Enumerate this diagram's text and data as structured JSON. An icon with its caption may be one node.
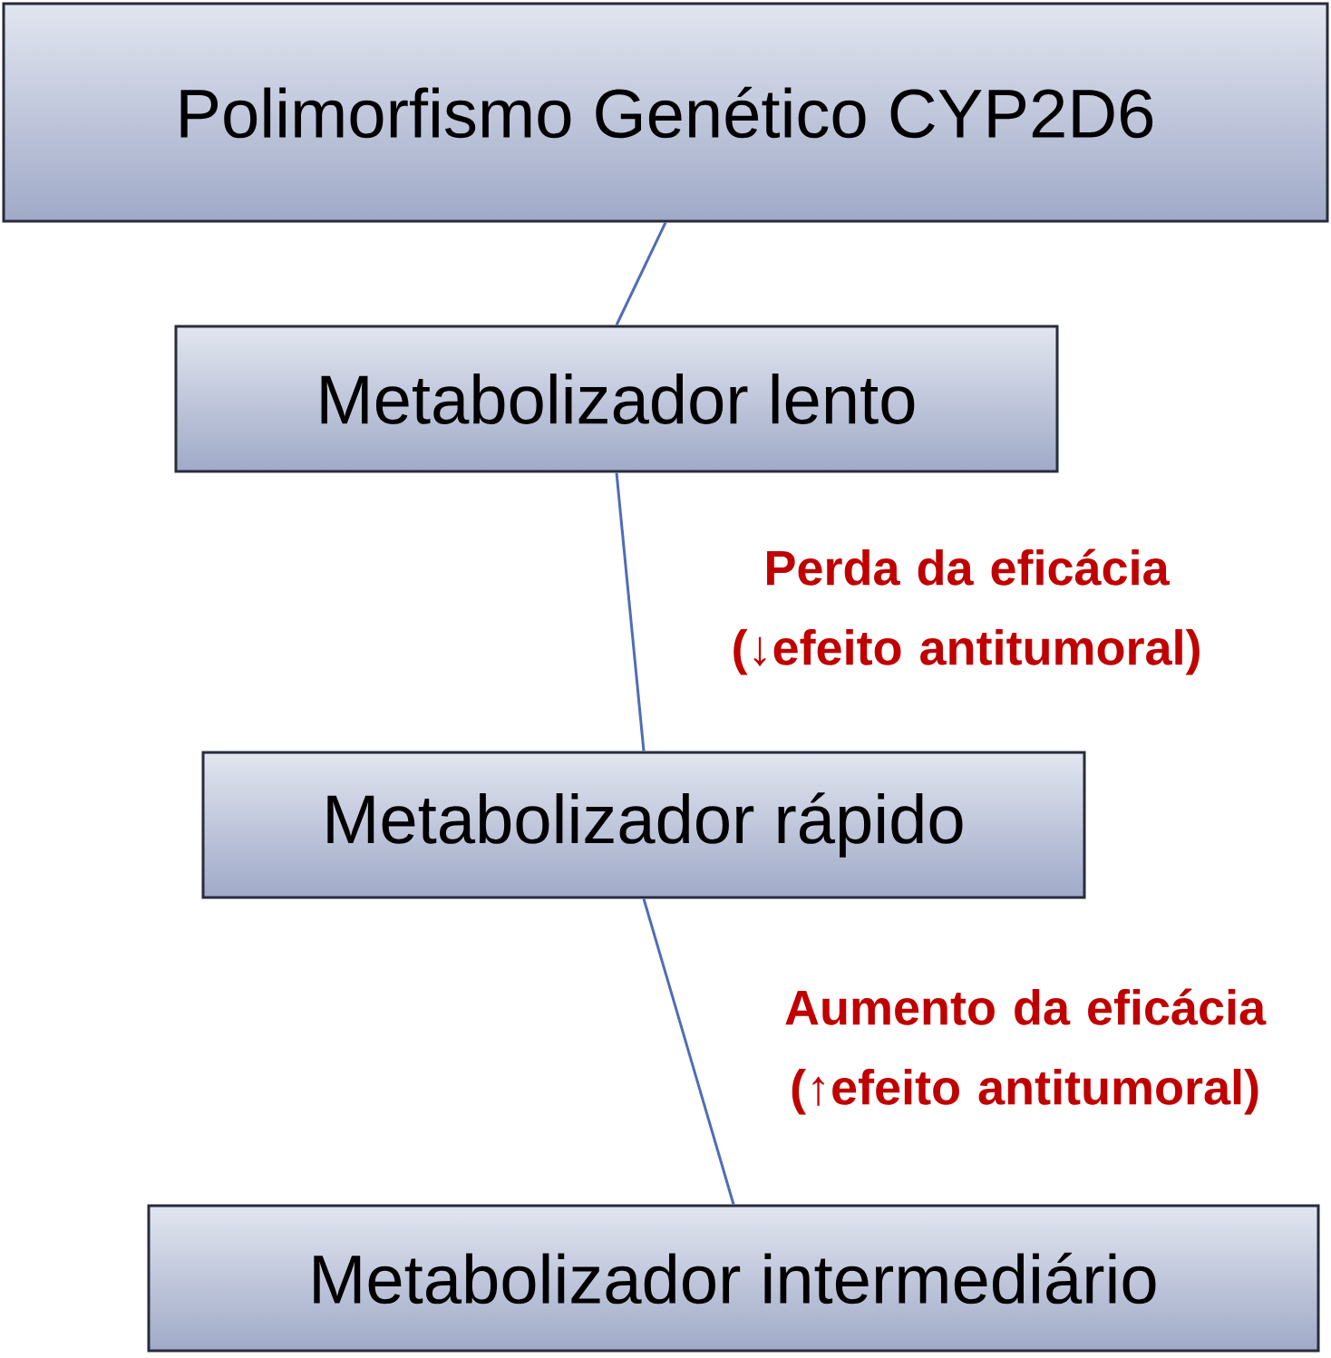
{
  "diagram": {
    "nodes": [
      {
        "text": [
          "Polimorfismo Genético CYP2D6"
        ]
      },
      {
        "text": [
          "Metabolizador lento"
        ]
      },
      {
        "text": [
          "Metabolizador rápido"
        ]
      },
      {
        "text": [
          "Metabolizador intermediário"
        ]
      }
    ],
    "edges": [
      {
        "from": 0,
        "to": 1,
        "arrow": "none"
      },
      {
        "from": 1,
        "to": 2,
        "arrow": "none",
        "label": "Perda da eficácia (↓efeito antitumoral)"
      },
      {
        "from": 2,
        "to": 3,
        "arrow": "none",
        "label": "Aumento da eficácia (↑efeito antitumoral)"
      }
    ]
  }
}
